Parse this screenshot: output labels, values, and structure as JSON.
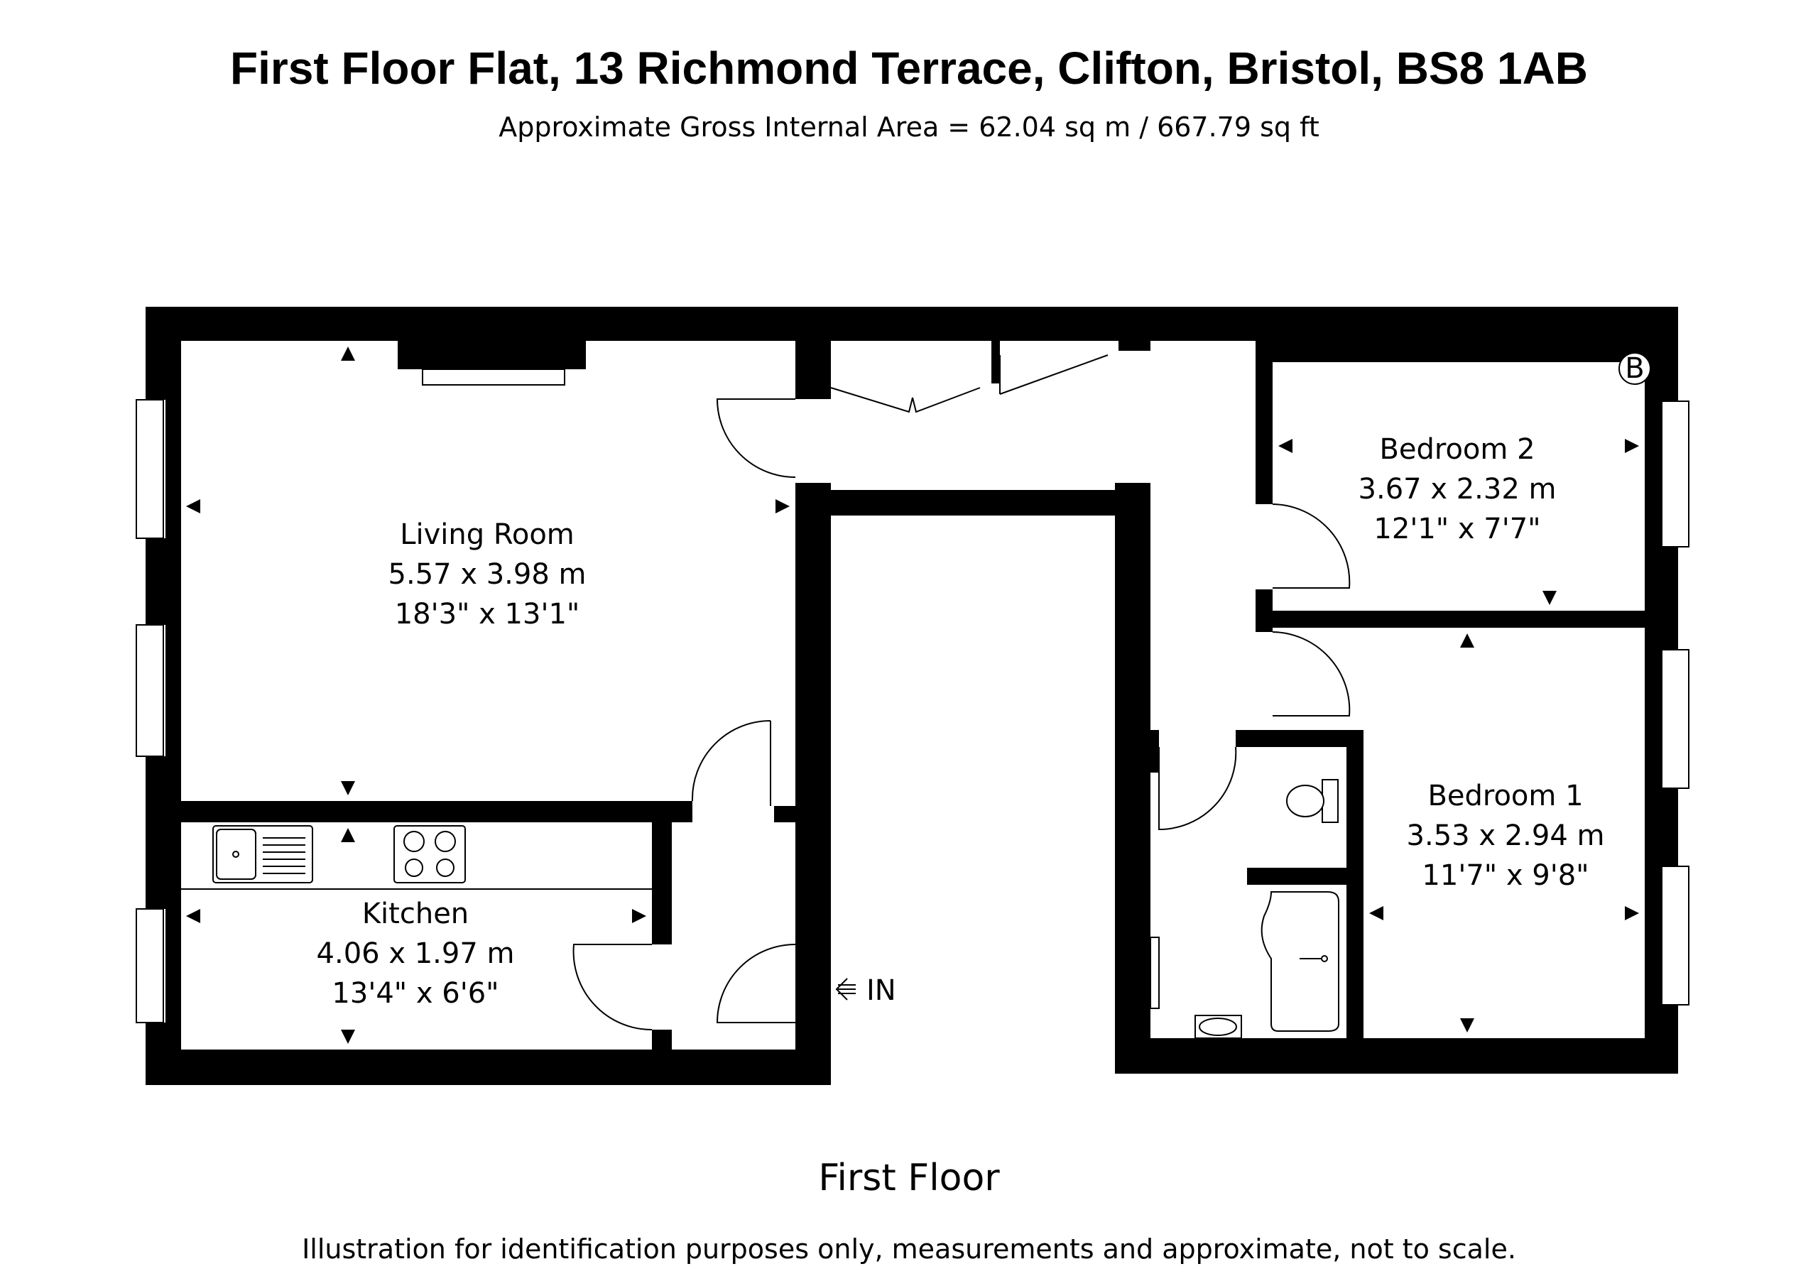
{
  "title": "First Floor Flat, 13 Richmond Terrace, Clifton, Bristol, BS8 1AB",
  "subtitle": "Approximate Gross Internal Area = 62.04 sq m / 667.79 sq ft",
  "rooms": {
    "living": {
      "name": "Living Room",
      "metric": "5.57 x 3.98 m",
      "imperial": "18'3\" x 13'1\""
    },
    "kitchen": {
      "name": "Kitchen",
      "metric": "4.06 x 1.97 m",
      "imperial": "13'4\" x 6'6\""
    },
    "bedroom2": {
      "name": "Bedroom 2",
      "metric": "3.67 x 2.32 m",
      "imperial": "12'1\" x 7'7\""
    },
    "bedroom1": {
      "name": "Bedroom 1",
      "metric": "3.53 x 2.94 m",
      "imperial": "11'7\" x 9'8\""
    }
  },
  "entrance_label": "IN",
  "boiler_label": "B",
  "icons": [
    "entrance-arrow-icon",
    "sink-icon",
    "hob-icon",
    "toilet-icon",
    "bath-icon",
    "basin-icon",
    "boiler-icon"
  ],
  "floor_label": "First Floor",
  "disclaimer": "Illustration for identification purposes only, measurements and approximate, not to scale."
}
